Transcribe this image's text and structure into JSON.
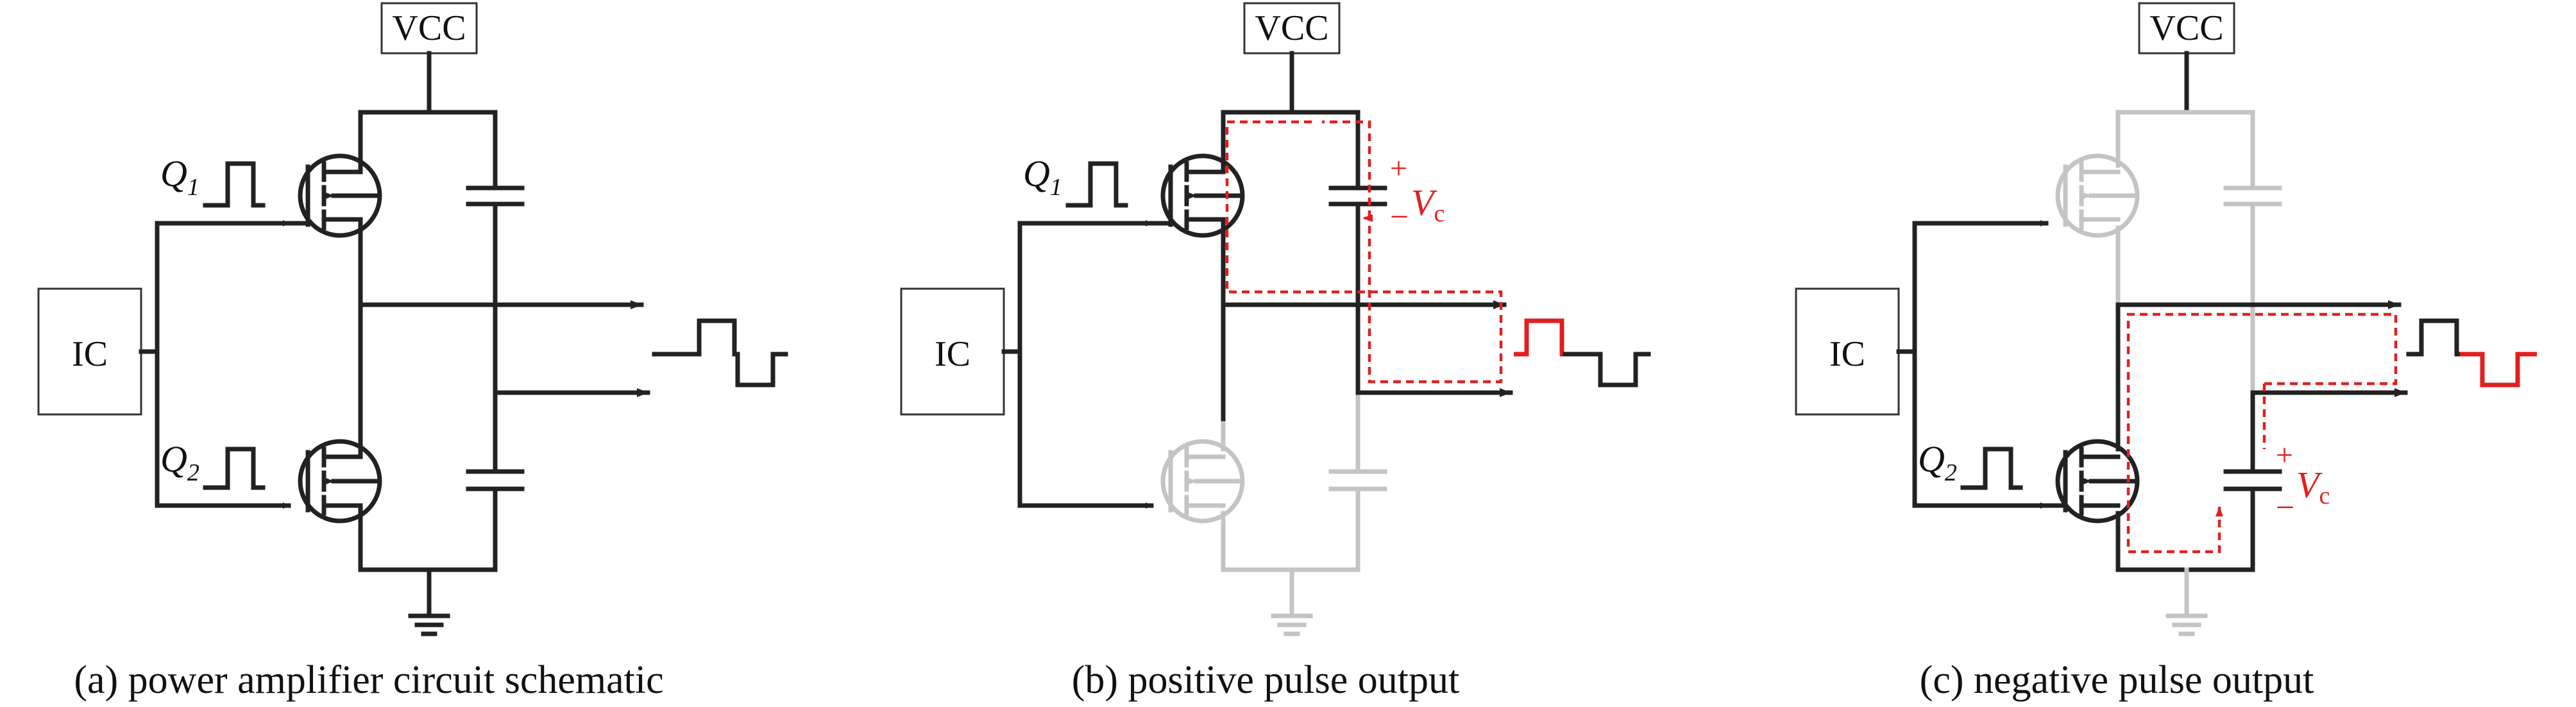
{
  "colors": {
    "wire": "#222222",
    "inactive": "#c4c4c4",
    "flow": "#e02020"
  },
  "panels": [
    {
      "caption": "(a) power amplifier circuit schematic",
      "vcc": "VCC",
      "ic": "IC",
      "q1": "Q",
      "q1_sub": "1",
      "q2": "Q",
      "q2_sub": "2"
    },
    {
      "caption": "(b) positive pulse output",
      "vcc": "VCC",
      "ic": "IC",
      "q1": "Q",
      "q1_sub": "1",
      "vc": "V",
      "vc_sub": "c",
      "plus": "+",
      "minus": "−"
    },
    {
      "caption": "(c) negative pulse output",
      "vcc": "VCC",
      "ic": "IC",
      "q2": "Q",
      "q2_sub": "2",
      "vc": "V",
      "vc_sub": "c",
      "plus": "+",
      "minus": "−"
    }
  ]
}
